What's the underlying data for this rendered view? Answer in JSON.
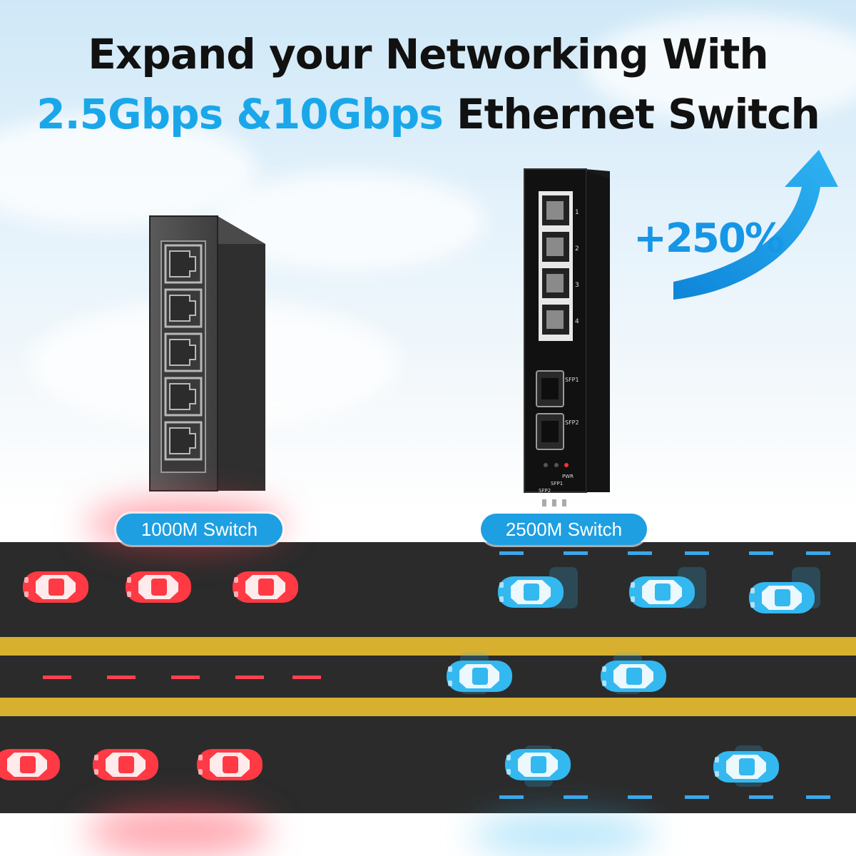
{
  "headline": {
    "line1": "Expand your Networking With",
    "line2_accent": "2.5Gbps &10Gbps",
    "line2_rest": " Ethernet Switch"
  },
  "badge_gain": "+250%",
  "labels": {
    "left_switch": "1000M Switch",
    "right_switch": "2500M Switch"
  },
  "device": {
    "port_numbers": [
      "1",
      "2",
      "3",
      "4"
    ],
    "sfp_ports": [
      "SFP1",
      "SFP2"
    ],
    "leds": [
      "PWR",
      "SFP1",
      "SFP2"
    ]
  },
  "colors": {
    "accent": "#1aa7ea",
    "pill": "#1d9fe2",
    "arrow": "#1696e6",
    "slow_car": "#ff3a44",
    "fast_car": "#34b8f0",
    "lane_yellow": "#d8b030"
  },
  "icons": {
    "car": "car-icon",
    "arrow": "arrow-up-icon"
  }
}
